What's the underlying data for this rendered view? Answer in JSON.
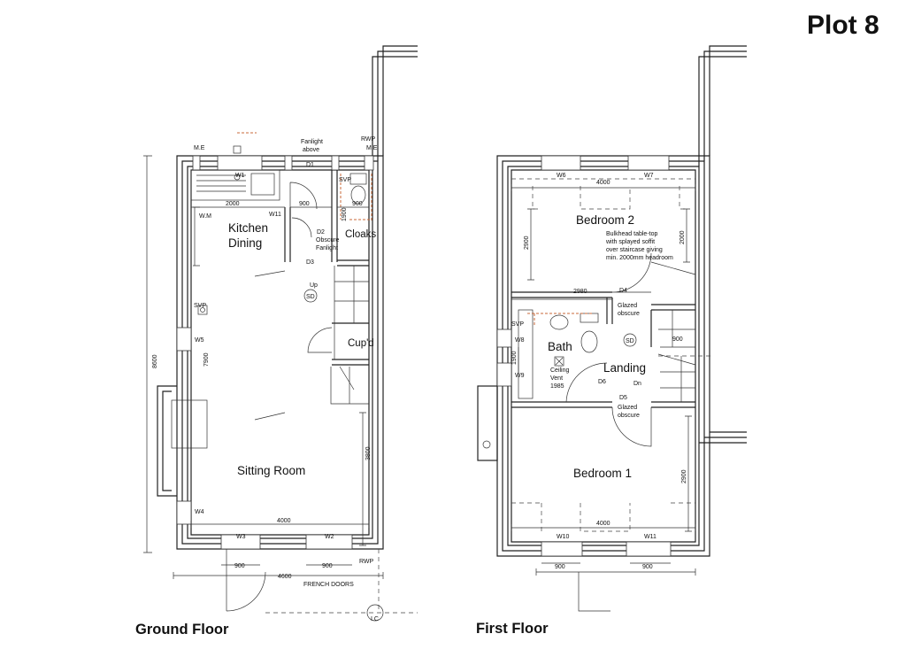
{
  "title": "Plot 8",
  "ground_floor": {
    "caption": "Ground Floor",
    "rooms": {
      "kitchen_line1": "Kitchen",
      "kitchen_line2": "Dining",
      "cloaks": "Cloaks",
      "cupd": "Cup'd",
      "sitting": "Sitting Room"
    },
    "notes": {
      "fanlight_above_1": "Fanlight",
      "fanlight_above_2": "above",
      "obscure_1": "Obscure",
      "obscure_2": "Fanlight",
      "french_doors": "FRENCH DOORS",
      "ic": "I.C",
      "up": "Up",
      "sd": "SD",
      "svp_wall": "SVP",
      "svp_cloaks": "SVP",
      "me_left": "M.E",
      "me_right": "M.E",
      "rwp_top": "RWP",
      "rwp_bottom": "RWP",
      "wm": "W.M"
    },
    "windows": [
      "W1",
      "W11",
      "W5",
      "W4",
      "W3",
      "W2"
    ],
    "doors": [
      "D1",
      "D2",
      "D3"
    ],
    "dimensions": {
      "d2000": "2000",
      "d900_kitchen": "900",
      "d900_cloaks": "900",
      "d1900": "1900",
      "d7900": "7900",
      "d8600": "8600",
      "d3800": "3800",
      "d4000": "4000",
      "d900_w3": "900",
      "d900_w2": "900",
      "d4600": "4600"
    }
  },
  "first_floor": {
    "caption": "First Floor",
    "rooms": {
      "bed2": "Bedroom 2",
      "bath": "Bath",
      "landing": "Landing",
      "bed1": "Bedroom 1"
    },
    "notes": {
      "bulkhead_1": "Bulkhead table-top",
      "bulkhead_2": "with splayed soffit",
      "bulkhead_3": "over staircase giving",
      "bulkhead_4": "min. 2000mm headroom",
      "glazed_top_1": "Glazed",
      "glazed_top_2": "obscure",
      "glazed_bot_1": "Glazed",
      "glazed_bot_2": "obscure",
      "ceiling_1": "Ceiling",
      "ceiling_2": "Vent",
      "ceiling_3": "1985",
      "dn": "Dn",
      "sd": "SD",
      "svp": "SVP"
    },
    "windows": [
      "W6",
      "W7",
      "W8",
      "W9",
      "W10",
      "W11"
    ],
    "doors": [
      "D4",
      "D5",
      "D6"
    ],
    "dimensions": {
      "d4000_top": "4000",
      "d2900_left": "2900",
      "d2000_right": "2000",
      "d2980": "2980",
      "d900_landing": "900",
      "d1900_bath": "1900",
      "d2900_bed1": "2900",
      "d4000_bot": "4000",
      "d900_w10": "900",
      "d900_w11": "900"
    }
  }
}
